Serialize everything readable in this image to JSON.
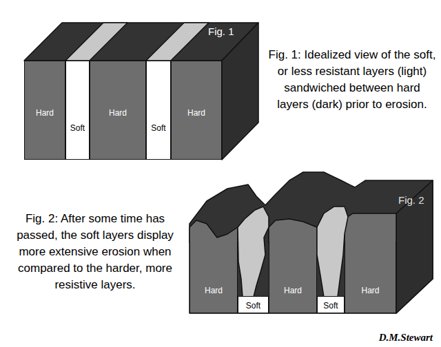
{
  "diagram": {
    "nodes": [
      {
        "text": [
          "Hard"
        ]
      },
      {
        "text": [
          "Soft"
        ]
      },
      {
        "text": [
          "Hard"
        ]
      },
      {
        "text": [
          "Soft"
        ]
      },
      {
        "text": [
          "Hard"
        ]
      },
      {
        "text": [
          "Hard"
        ]
      },
      {
        "text": [
          "Soft"
        ]
      },
      {
        "text": [
          "Hard"
        ]
      },
      {
        "text": [
          "Soft"
        ]
      },
      {
        "text": [
          "Hard"
        ]
      }
    ],
    "labels": [
      "Fig. 1",
      "Fig. 1: Idealized view of the soft, or less resistant layers (light) sandwiched between hard layers (dark) prior to erosion.",
      "Fig. 2: After some time has passed, the soft layers display more extensive erosion when compared to the harder, more resistive layers.",
      "Fig. 2",
      "D.M.Stewart"
    ]
  }
}
